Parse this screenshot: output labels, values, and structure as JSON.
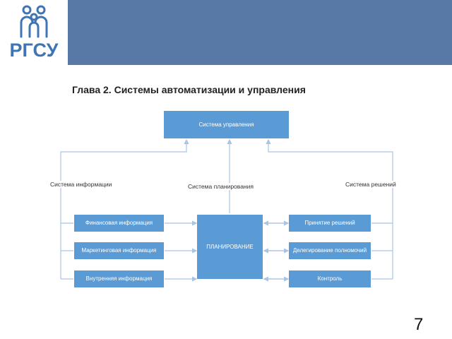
{
  "logo": {
    "text": "РГСУ",
    "icon": "people-family-icon"
  },
  "slide": {
    "title": "Глава 2. Системы автоматизации и управления",
    "page_number": "7"
  },
  "diagram": {
    "top_box": "Система управления",
    "center_box": "ПЛАНИРОВАНИЕ",
    "left_boxes": [
      "Финансовая информация",
      "Маркетинговая информация",
      "Внутренняя информация"
    ],
    "right_boxes": [
      "Принятие решений",
      "Делегирование полномочий",
      "Контроль"
    ],
    "labels": {
      "left": "Система информации",
      "center": "Система планирования",
      "right": "Система решений"
    }
  },
  "colors": {
    "header": "#5879a6",
    "box": "#5b9bd5",
    "connector": "#aac4e6",
    "logo": "#3f74b5"
  }
}
